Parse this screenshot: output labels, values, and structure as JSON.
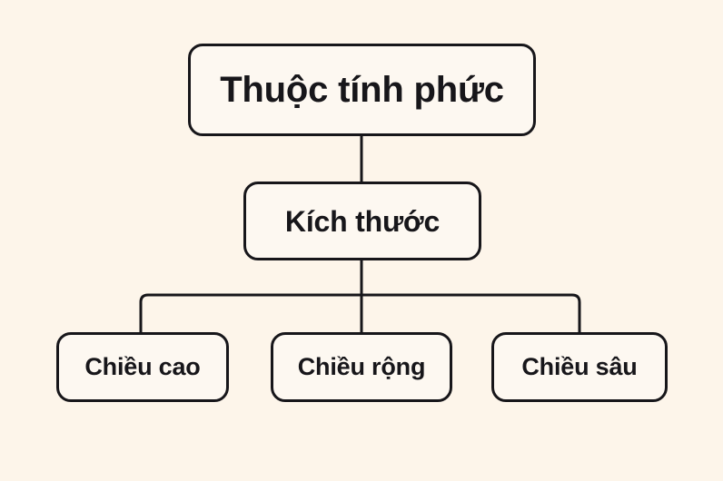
{
  "diagram": {
    "type": "hierarchy-tree",
    "background_color": "#FDF5EA",
    "node_fill_color": "#FDF8F1",
    "line_color": "#17161A",
    "text_color": "#17161A",
    "root": {
      "label": "Thuộc tính phức",
      "children": [
        {
          "label": "Kích thước",
          "children": [
            {
              "label": "Chiều cao"
            },
            {
              "label": "Chiều rộng"
            },
            {
              "label": "Chiều sâu"
            }
          ]
        }
      ]
    },
    "nodes": {
      "root": {
        "label": "Thuộc tính phức"
      },
      "level2": {
        "label": "Kích thước"
      },
      "leaves": [
        {
          "label": "Chiều cao"
        },
        {
          "label": "Chiều rộng"
        },
        {
          "label": "Chiều sâu"
        }
      ]
    }
  }
}
